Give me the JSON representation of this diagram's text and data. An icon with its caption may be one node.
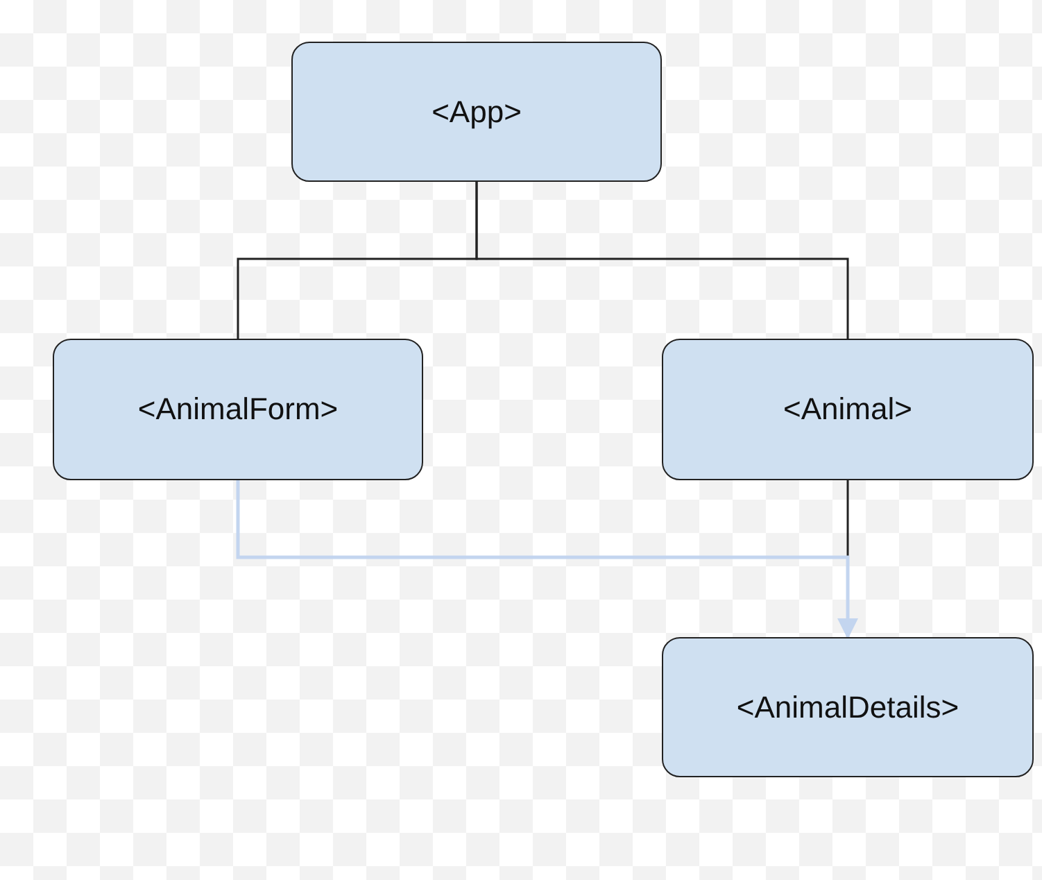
{
  "diagram": {
    "nodes": [
      {
        "text": [
          "<App>"
        ]
      },
      {
        "text": [
          "<AnimalForm>"
        ]
      },
      {
        "text": [
          "<Animal>"
        ]
      },
      {
        "text": [
          "<AnimalDetails>"
        ]
      }
    ],
    "edges": [
      {
        "from": 0,
        "to": 1,
        "arrow": "none"
      },
      {
        "from": 0,
        "to": 2,
        "arrow": "none"
      },
      {
        "from": 2,
        "to": 3,
        "arrow": "none"
      },
      {
        "from": 1,
        "to": 3,
        "arrow": "to",
        "color": "#c3d5ef"
      }
    ]
  }
}
